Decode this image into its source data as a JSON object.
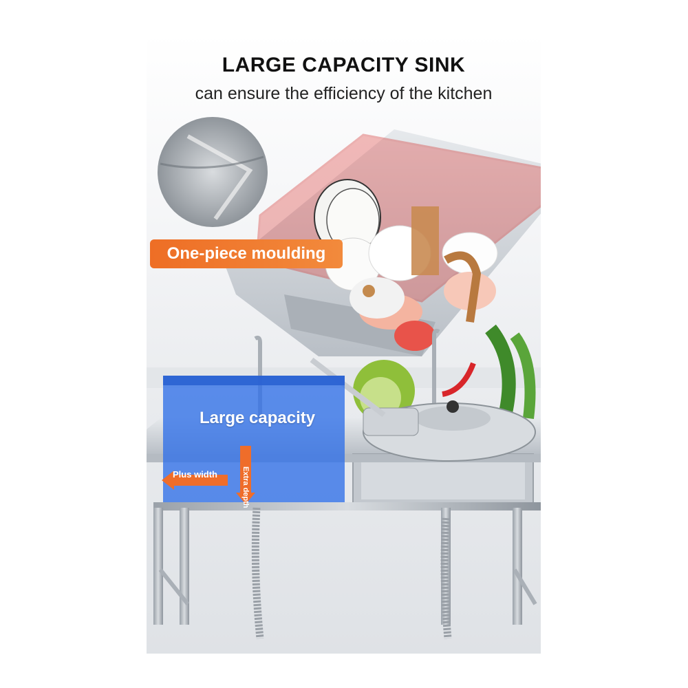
{
  "headline": "LARGE CAPACITY SINK",
  "subline": "can ensure the efficiency of the kitchen",
  "callouts": {
    "moulding": "One-piece moulding",
    "capacity": "Large capacity",
    "plus_width": "Plus width",
    "extra_depth": "Extra depth"
  },
  "colors": {
    "accent_orange": "#ee6e25",
    "highlight_red": "#e0403c",
    "capacity_blue": "#2f6fe8",
    "steel": "#c9ced4"
  }
}
